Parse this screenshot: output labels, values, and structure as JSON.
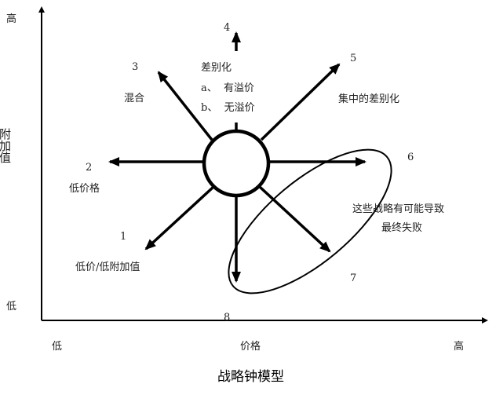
{
  "title": "战略钟模型",
  "axes": {
    "y_label": "附加值",
    "y_high": "高",
    "y_low": "低",
    "x_label": "价格",
    "x_low": "低",
    "x_high": "高"
  },
  "strategies": [
    {
      "num": "1",
      "label": "低价/低附加值"
    },
    {
      "num": "2",
      "label": "低价格"
    },
    {
      "num": "3",
      "label": "混合"
    },
    {
      "num": "4",
      "label": "差别化",
      "sub": [
        "a、  有溢价",
        "b、  无溢价"
      ]
    },
    {
      "num": "5",
      "label": "集中的差别化"
    },
    {
      "num": "6"
    },
    {
      "num": "7"
    },
    {
      "num": "8"
    }
  ],
  "failure_note": [
    "这些战略有可能导致",
    "最终失败"
  ]
}
